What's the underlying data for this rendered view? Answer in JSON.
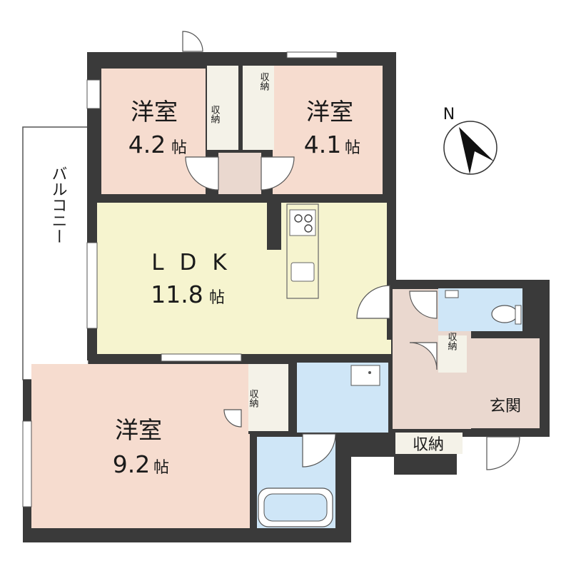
{
  "rooms": {
    "western_nw": {
      "name": "洋室",
      "size": "4.2",
      "unit": "帖"
    },
    "western_ne": {
      "name": "洋室",
      "size": "4.1",
      "unit": "帖"
    },
    "ldk": {
      "name": "LDK",
      "size": "11.8",
      "unit": "帖"
    },
    "western_sw": {
      "name": "洋室",
      "size": "9.2",
      "unit": "帖"
    },
    "entrance": {
      "name": "玄関"
    }
  },
  "storage": {
    "closet_nw": "収納",
    "closet_ne": "収納",
    "closet_sw": "収納",
    "closet_hall": "収納",
    "closet_entrance": "収納"
  },
  "balcony": {
    "label": "バルコニー"
  },
  "compass": {
    "label": "N"
  },
  "colors": {
    "wall": "#3a3a3a",
    "bedroom_floor": "#f6dccf",
    "ldk_floor": "#f6f4cf",
    "wet_area": "#cfe6f7",
    "hall_floor": "#ead8cf",
    "balcony_floor": "#ffffff"
  }
}
